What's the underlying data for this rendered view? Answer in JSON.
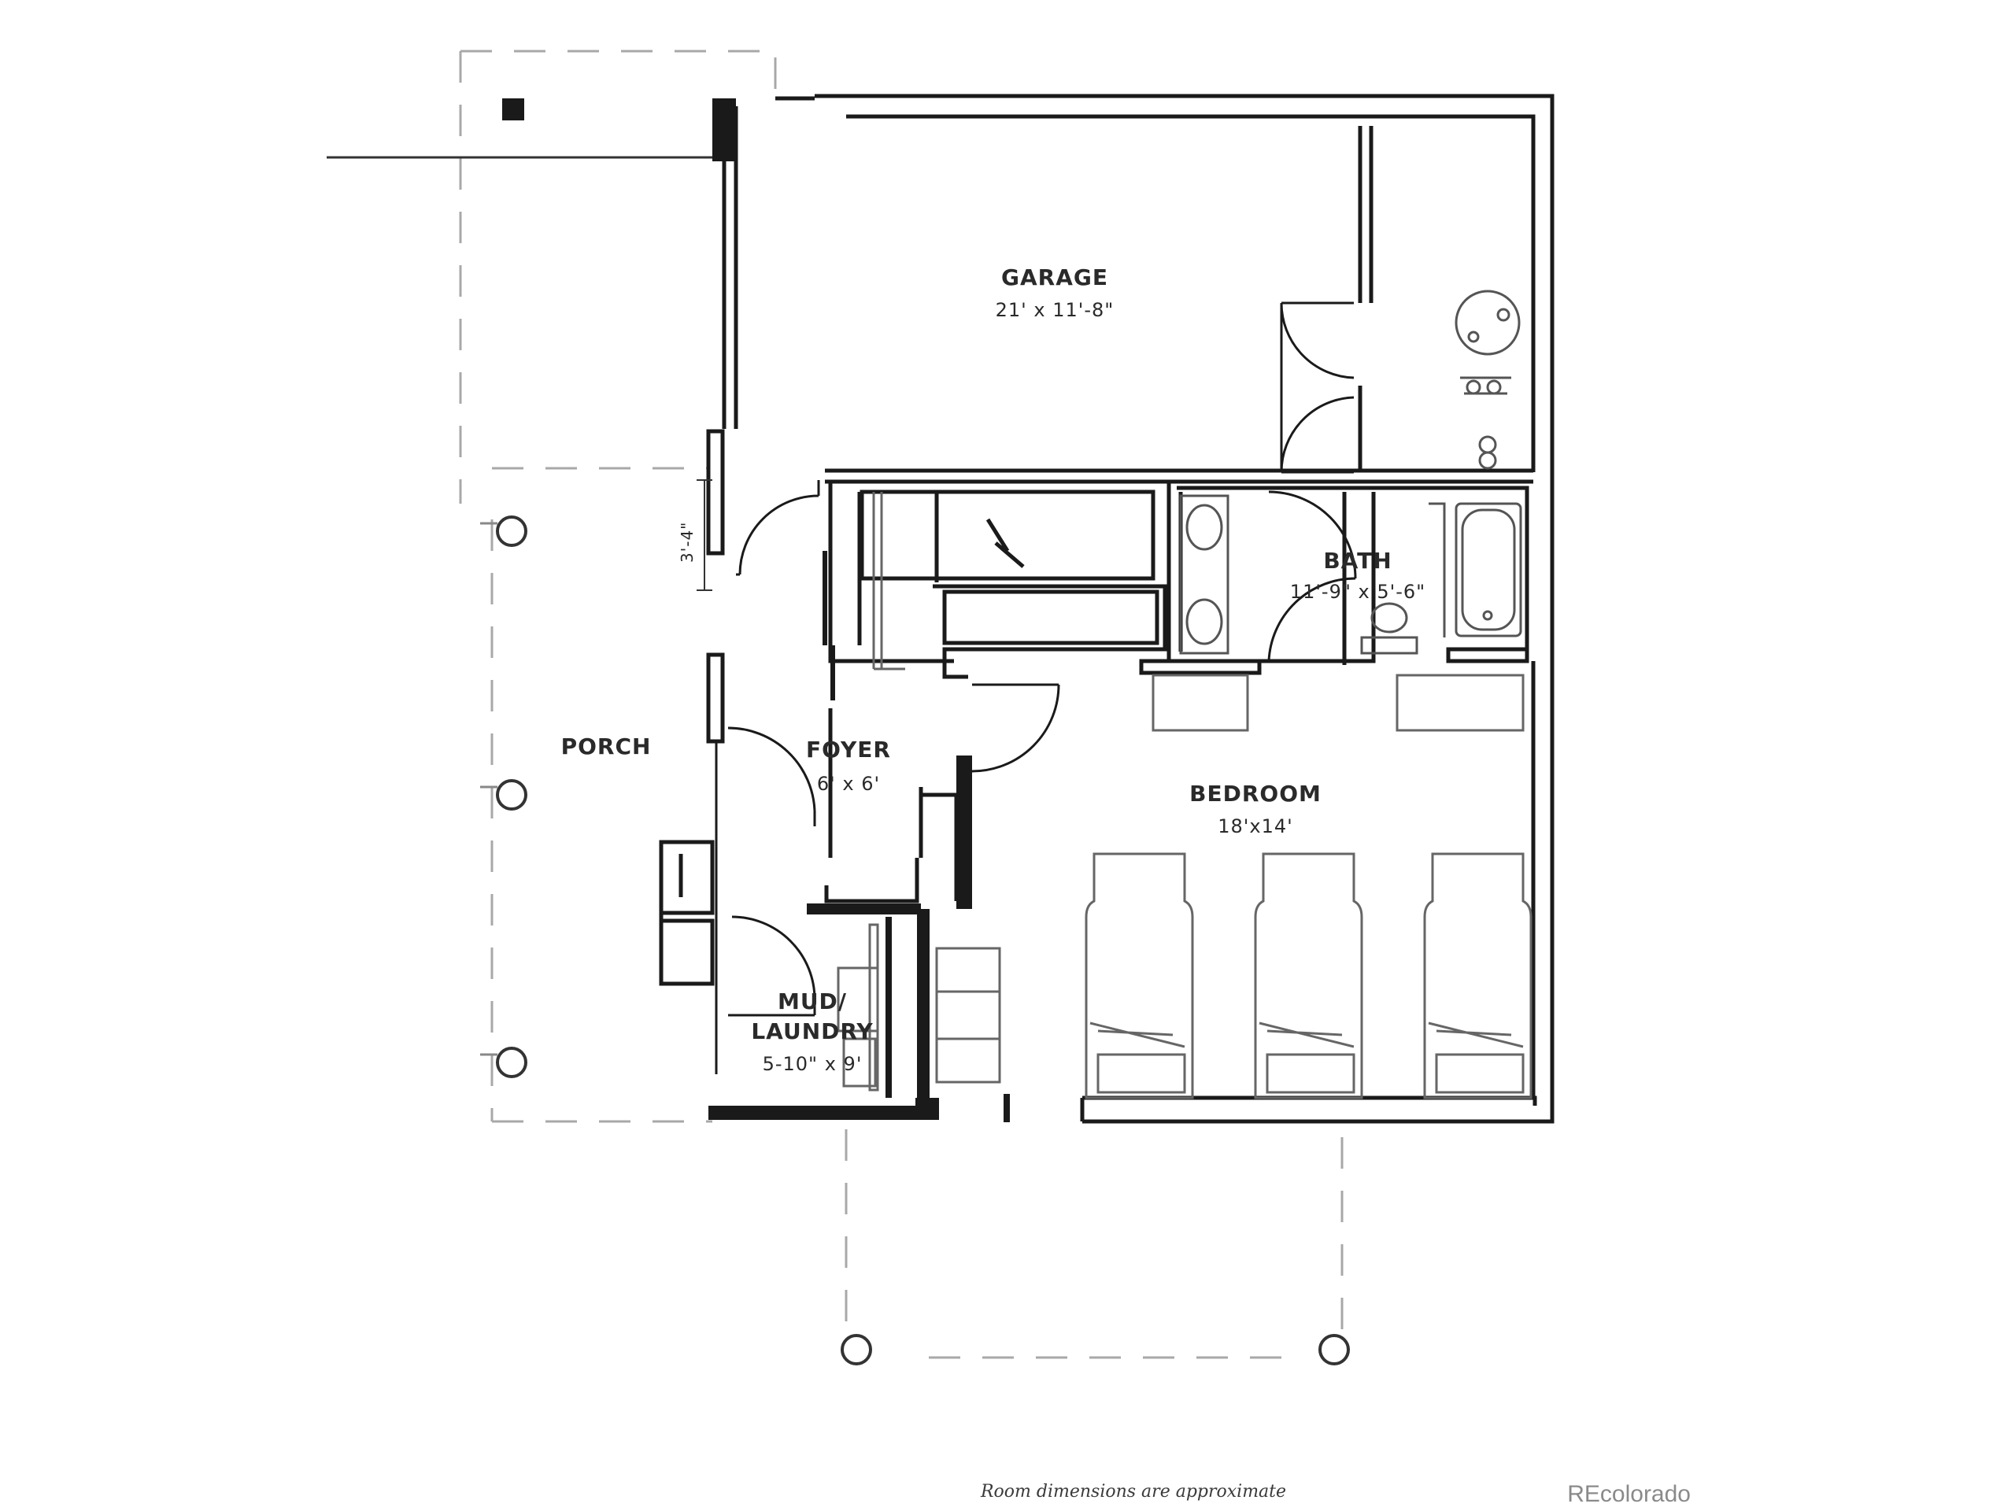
{
  "rooms": {
    "garage": {
      "name": "GARAGE",
      "dims": "21' x 11'-8\""
    },
    "bath": {
      "name": "BATH",
      "dims": "11'-9\" x 5'-6\""
    },
    "porch": {
      "name": "PORCH"
    },
    "foyer": {
      "name": "FOYER",
      "dims": "6' x 6'"
    },
    "bedroom": {
      "name": "BEDROOM",
      "dims": "18'x14'"
    },
    "mud": {
      "name_line1": "MUD/",
      "name_line2": "LAUNDRY",
      "dims": "5-10\" x 9'"
    }
  },
  "dimension_callout": "3'-4\"",
  "footer": {
    "note": "Room dimensions are approximate",
    "watermark": "REcolorado"
  },
  "colors": {
    "wall": "#1a1a1a",
    "fixture": "#555555",
    "dashed": "#a8a8a8",
    "background": "#ffffff"
  }
}
